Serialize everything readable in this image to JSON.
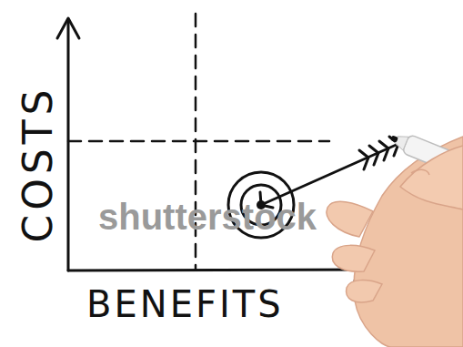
{
  "diagram": {
    "labels": [
      "COSTS",
      "BENEFITS",
      "shutterstock"
    ]
  }
}
